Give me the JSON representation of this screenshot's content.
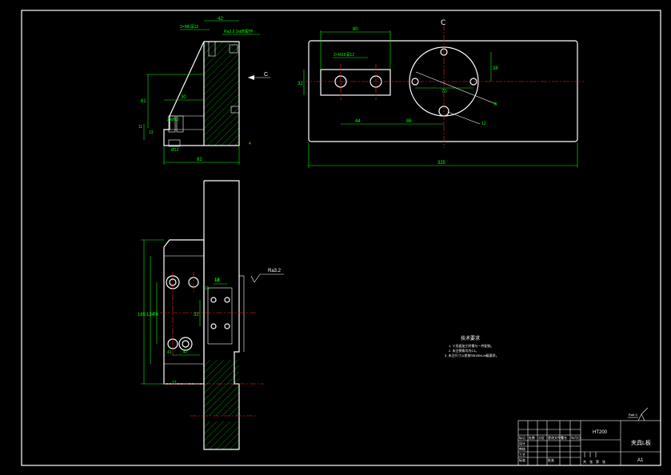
{
  "section_mark": "C",
  "view_arrow_label": "C",
  "side_view": {
    "dims": {
      "top_width": "42",
      "thread_callout": "2×M6深12",
      "roughness_callout": "Ra3.2 2xØ5配作",
      "height": "61",
      "step_width": "30",
      "base_hole": "2xØ10",
      "left_small_1": "11",
      "left_small_2": "13",
      "bottom_hole": "Ø12",
      "bottom_width": "92",
      "right_small": "4"
    }
  },
  "top_view": {
    "dims": {
      "slot_width": "80",
      "thread_callout": "2×M16深12",
      "slot_height": "32",
      "hole_spacing_1": "44",
      "hole_spacing_2": "86",
      "right_height": "38",
      "circle_dia": "70",
      "total_length": "335",
      "small_hole": "12",
      "note_r": "R"
    }
  },
  "front_view": {
    "dims": {
      "spacing": "18",
      "small": "15",
      "vertical": "32",
      "height_1": "165",
      "height_2": "134",
      "height_3": "76",
      "bottom_1": "41",
      "bottom_2": "47",
      "bottom_left": "12",
      "roughness": "Ra3.2"
    }
  },
  "tech_notes": {
    "title": "技术要求",
    "lines": [
      "1. Ｖ形面加工时需与一件配铣。",
      "2. 未注倒角均为C1。",
      "3. 未注尺寸公差按GB1804-M级要求。"
    ]
  },
  "title_block": {
    "material": "HT200",
    "part_name": "夹具L板",
    "sheet_size": "A1",
    "roughness": "Ra6.3",
    "row_labels": [
      "设计",
      "审核",
      "工艺",
      "标准",
      "批准"
    ],
    "header_cells": [
      "标记",
      "处数",
      "分区",
      "更改文件号",
      "签名",
      "年月日"
    ],
    "scale_labels": [
      "共",
      "张",
      "第",
      "张"
    ]
  }
}
